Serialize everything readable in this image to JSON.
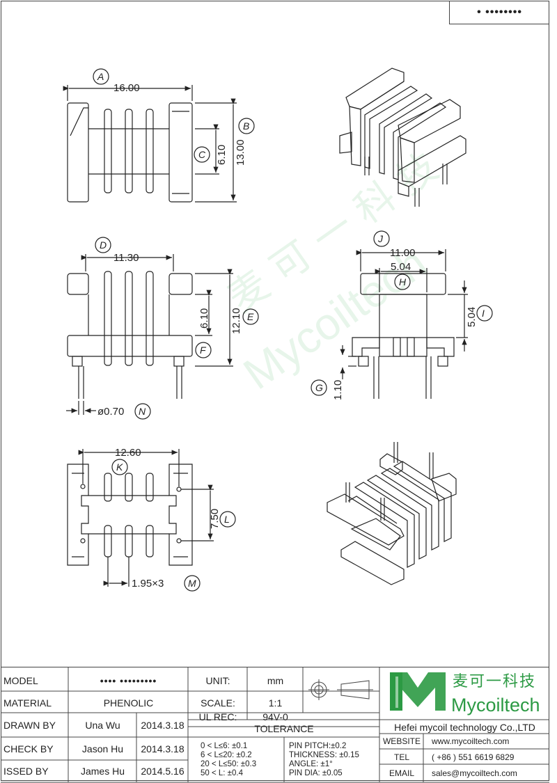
{
  "part_number": "• ••••••••",
  "watermark": {
    "cn": "麦 可 一 科 技",
    "en": "Mycoiltech"
  },
  "views": {
    "top": {
      "dims": {
        "a": "16.00",
        "b": "13.00",
        "c": "6.10"
      },
      "labels": {
        "a": "A",
        "b": "B",
        "c": "C"
      }
    },
    "front": {
      "dims": {
        "d": "11.30",
        "e": "12.10",
        "f": "6.10",
        "n": "ø0.70"
      },
      "labels": {
        "d": "D",
        "e": "E",
        "f": "F",
        "n": "N"
      }
    },
    "side": {
      "dims": {
        "j": "11.00",
        "h": "5.04",
        "i": "5.04",
        "g": "1.10"
      },
      "labels": {
        "j": "J",
        "h": "H",
        "i": "I",
        "g": "G"
      }
    },
    "bottom": {
      "dims": {
        "k": "12.60",
        "l": "7.50",
        "m": "1.95×3"
      },
      "labels": {
        "k": "K",
        "l": "L",
        "m": "M"
      }
    }
  },
  "title_block": {
    "model_label": "MODEL",
    "model_value": "•••• •••••••••",
    "material_label": "MATERIAL",
    "material_value": "PHENOLIC",
    "drawn_label": "DRAWN BY",
    "drawn_name": "Una Wu",
    "drawn_date": "2014.3.18",
    "check_label": "CHECK BY",
    "check_name": "Jason Hu",
    "check_date": "2014.3.18",
    "issued_label": "ISSED BY",
    "issued_name": "James Hu",
    "issued_date": "2014.5.16",
    "unit_label": "UNIT:",
    "unit_value": "mm",
    "scale_label": "SCALE:",
    "scale_value": "1:1",
    "ulrec_label": "UL REC:",
    "ulrec_value": "94V-0",
    "tolerance_label": "TOLERANCE",
    "tol_1": "0 < L≤6:  ±0.1",
    "tol_2": "6 < L≤20:  ±0.2",
    "tol_3": "20 < L≤50:  ±0.3",
    "tol_4": "50 < L:  ±0.4",
    "pin_pitch": "PIN PITCH:±0.2",
    "thickness": "THICKNESS:  ±0.15",
    "angle": "ANGLE:  ±1°",
    "pin_dia": "PIN DIA:  ±0.05",
    "company_cn": "麦可一科技",
    "company_en": "Mycoiltech",
    "company_full": "Hefei mycoil technology Co.,LTD",
    "website_label": "WEBSITE",
    "website_value": "www.mycoiltech.com",
    "tel_label": "TEL",
    "tel_value": "( +86 ) 551 6619 6829",
    "email_label": "EMAIL",
    "email_value": "sales@mycoiltech.com"
  }
}
